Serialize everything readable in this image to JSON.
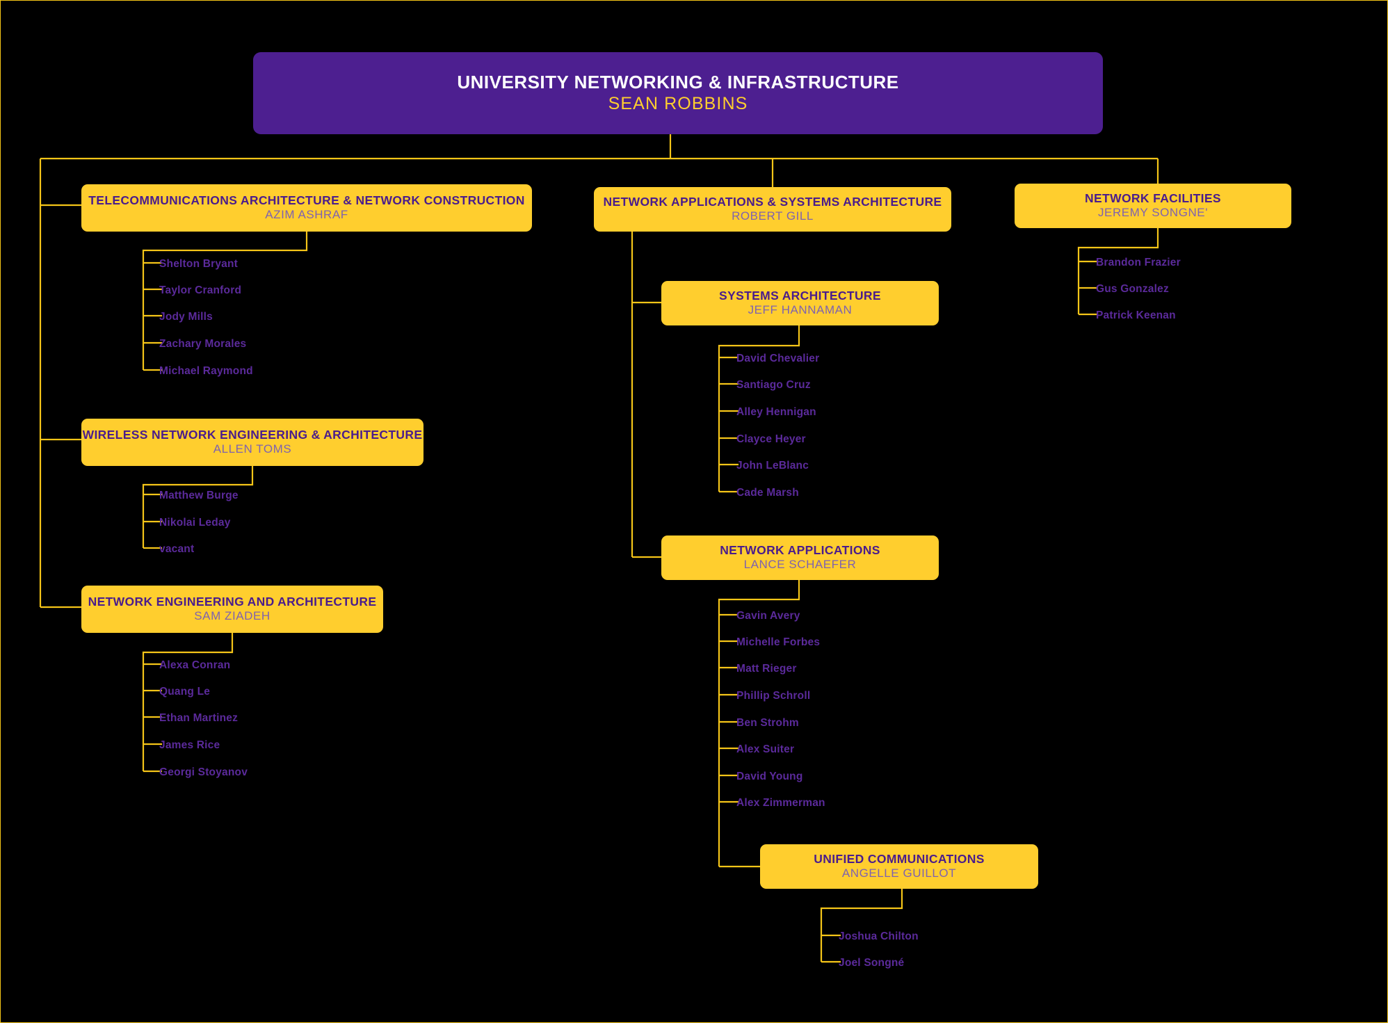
{
  "chart_data": {
    "type": "diagram",
    "title": "UNIVERSITY NETWORKING & INFRASTRUCTURE",
    "layout": "org-chart",
    "colors": {
      "background": "#000000",
      "connector": "#F5C518",
      "box_fill": "#FFCE2E",
      "box_title": "#4A1C8C",
      "box_manager": "#7E62B0",
      "root_fill": "#4D1F90",
      "root_title": "#FFFFFF",
      "root_manager": "#FFCE2E",
      "leaf_text": "#5B2A9B"
    }
  },
  "root": {
    "title": "UNIVERSITY NETWORKING & INFRASTRUCTURE",
    "manager": "SEAN ROBBINS"
  },
  "divisions": {
    "telecom": {
      "title": "TELECOMMUNICATIONS ARCHITECTURE & NETWORK CONSTRUCTION",
      "manager": "AZIM ASHRAF",
      "reports": [
        "Shelton Bryant",
        "Taylor Cranford",
        "Jody Mills",
        "Zachary Morales",
        "Michael Raymond"
      ]
    },
    "wireless": {
      "title": "WIRELESS NETWORK ENGINEERING & ARCHITECTURE",
      "manager": "ALLEN TOMS",
      "reports": [
        "Matthew Burge",
        "Nikolai Leday",
        "vacant"
      ]
    },
    "netengarch": {
      "title": "NETWORK ENGINEERING AND ARCHITECTURE",
      "manager": "SAM ZIADEH",
      "reports": [
        "Alexa Conran",
        "Quang Le",
        "Ethan Martinez",
        "James Rice",
        "Georgi Stoyanov"
      ]
    },
    "netappsys": {
      "title": "NETWORK APPLICATIONS & SYSTEMS ARCHITECTURE",
      "manager": "ROBERT GILL",
      "reports": []
    },
    "sysarch": {
      "title": "SYSTEMS ARCHITECTURE",
      "manager": "JEFF HANNAMAN",
      "reports": [
        "David Chevalier",
        "Santiago Cruz",
        "Alley Hennigan",
        "Clayce Heyer",
        "John LeBlanc",
        "Cade Marsh"
      ]
    },
    "netapps": {
      "title": "NETWORK APPLICATIONS",
      "manager": "LANCE SCHAEFER",
      "reports": [
        "Gavin Avery",
        "Michelle Forbes",
        "Matt Rieger",
        "Phillip Schroll",
        "Ben Strohm",
        "Alex Suiter",
        "David Young",
        "Alex Zimmerman"
      ]
    },
    "unifiedcomms": {
      "title": "UNIFIED COMMUNICATIONS",
      "manager": "ANGELLE GUILLOT",
      "reports": [
        "Joshua Chilton",
        "Joel Songné"
      ]
    },
    "netfacilities": {
      "title": "NETWORK FACILITIES",
      "manager": "JEREMY SONGNE'",
      "reports": [
        "Brandon Frazier",
        "Gus Gonzalez",
        "Patrick Keenan"
      ]
    }
  }
}
